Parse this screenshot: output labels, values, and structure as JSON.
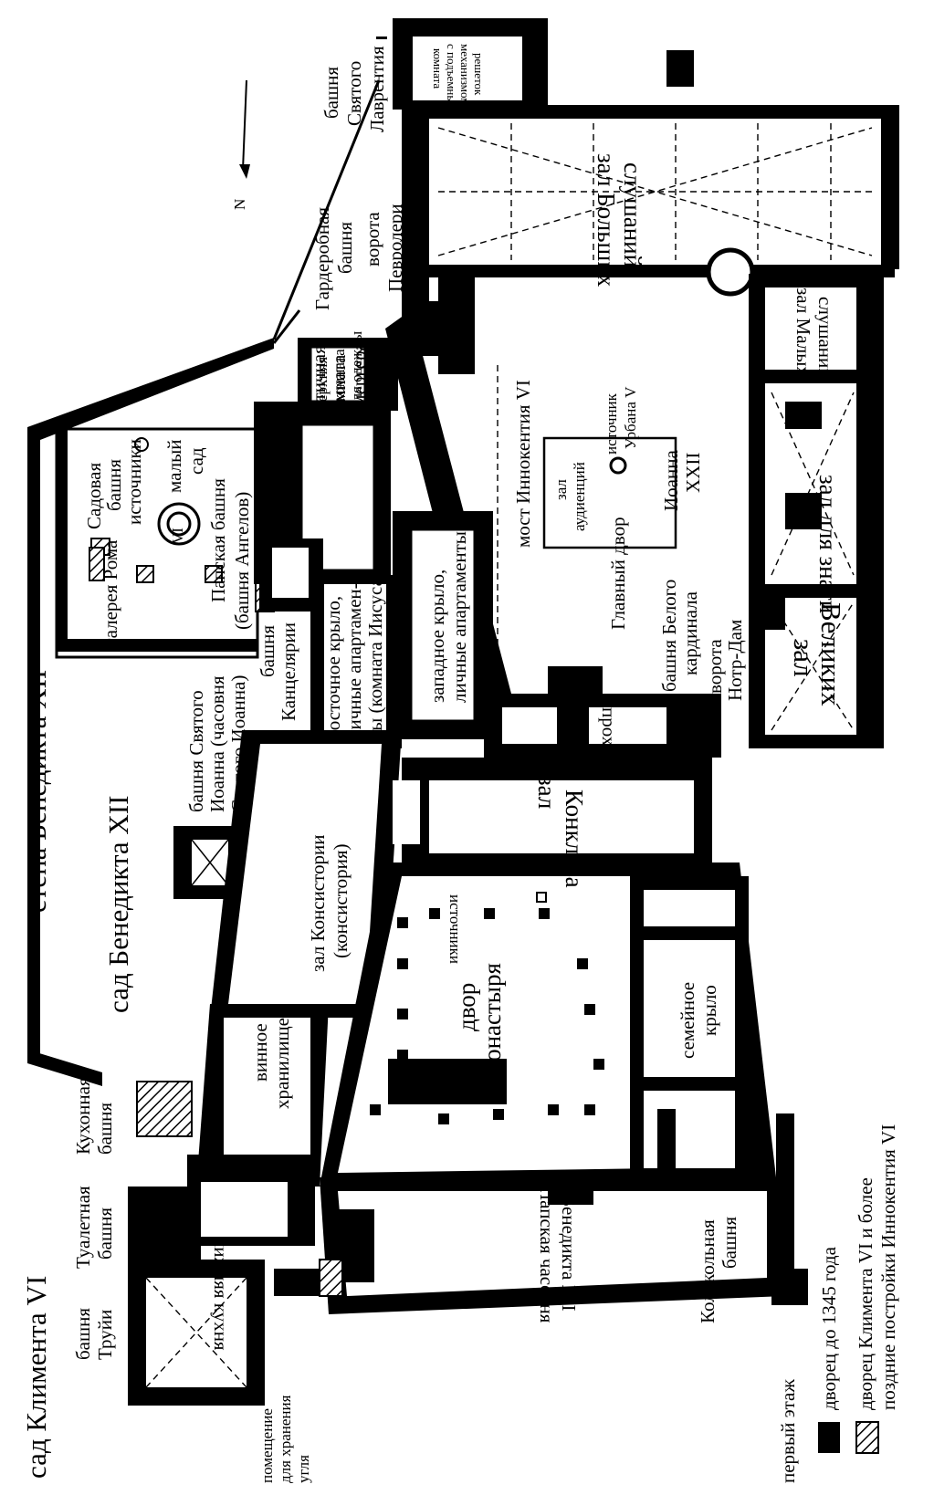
{
  "colors": {
    "ink": "#000000",
    "paper": "#ffffff"
  },
  "labels": {
    "sad_klimenta": "сад Климента VI",
    "stena_benedikta": "стена Бенедикта XII",
    "sad_benedikta": "сад Бенедикта XII",
    "galereya_roma": "галерея Рома",
    "papskaya_bashnya": "Папская башня",
    "bashnya_angelov": "(башня Ангелов)",
    "sadovaya_bashnya_1": "Садовая",
    "sadovaya_bashnya_2": "башня",
    "istochniki_small": "источники",
    "malyi_sad_1": "малый",
    "malyi_sad_2": "сад",
    "klement_vi_mark": "VI",
    "garderobnaya_1": "Гардеробная",
    "garderobnaya_2": "башня",
    "vorota_pevroleri_1": "ворота",
    "vorota_pevroleri_2": "Певролери",
    "bashnya_lavrentiya_1": "башня",
    "bashnya_lavrentiya_2": "Святого",
    "bashnya_lavrentiya_3": "Лаврентия",
    "komnata_reshetok_1": "комната",
    "komnata_reshetok_2": "с подъемным",
    "komnata_reshetok_3": "механизмом",
    "komnata_reshetok_4": "решеток",
    "zal_bolshih_1": "зал Больших",
    "zal_bolshih_2": "слушаний",
    "zal_malyh_1": "зал Малых",
    "zal_malyh_2": "слушаний",
    "zal_znati": "зал для знати",
    "zal_velikih_1": "зал",
    "zal_velikih_2": "Великих",
    "vorota_notr_dam_1": "ворота",
    "vorota_notr_dam_2": "Нотр-Дам",
    "bashnya_belogo_1": "башня Белого",
    "bashnya_belogo_2": "кардинала",
    "glavnyi_dvor": "Главный двор",
    "ioanna_1": "Иоанна",
    "ioanna_2": "XXII",
    "zal_audienciy_1": "зал",
    "zal_audienciy_2": "аудиенций",
    "istochnik_urbana_1": "источник",
    "istochnik_urbana_2": "Урбана V",
    "most_innokentiya": "мост Иннокентия VI",
    "antichnaya_1": "античная",
    "antichnaya_2": "комната",
    "antichnaya_3": "камергера",
    "vernaya_1": "верхняя",
    "vernaya_2": "комната",
    "vernaya_3": "для одежды",
    "zapadnoe_1": "западное крыло,",
    "zapadnoe_2": "личные апартаменты",
    "vostochnoe_1": "восточное крыло,",
    "vostochnoe_2": "личные апартамен-",
    "vostochnoe_3": "ты (комната Иисуса)",
    "kancelyariya_1": "башня",
    "kancelyariya_2": "Канцелярии",
    "bashnya_ioanna_1": "башня Святого",
    "bashnya_ioanna_2": "Иоанна (часовня",
    "bashnya_ioanna_3": "Святого Иоанна)",
    "prohod": "проход",
    "zal_konklava_1": "зал",
    "zal_konklava_2": "Конклава",
    "zal_konsistorii_1": "зал Консистории",
    "zal_konsistorii_2": "(консистория)",
    "istochniki": "источники",
    "dvor_monastyrya_1": "двор",
    "dvor_monastyrya_2": "монастыря",
    "semeinoe_1": "семейное",
    "semeinoe_2": "крыло",
    "vinnoe_1": "винное",
    "vinnoe_2": "хранилище",
    "papskaya_chasovnya_1": "Папская часовня",
    "papskaya_chasovnya_2": "Бенедикта XII",
    "kolokolnaya_1": "Колокольная",
    "kolokolnaya_2": "башня",
    "kuhonnaya_1": "Кухонная",
    "kuhonnaya_2": "башня",
    "tualetnaya_1": "Туалетная",
    "tualetnaya_2": "башня",
    "nizhnyaya_kuhnya": "нижняя кухня",
    "bashnya_truyi_1": "башня",
    "bashnya_truyi_2": "Труйи",
    "pomeshenie_1": "помещение",
    "pomeshenie_2": "для хранения",
    "pomeshenie_3": "угля"
  },
  "legend": {
    "floor": "первый этаж",
    "item_1": "дворец до 1345 года",
    "item_2": "дворец Климента VI и более",
    "item_3": "поздние постройки Иннокентия VI"
  },
  "north_arrow": {
    "label": "N"
  }
}
